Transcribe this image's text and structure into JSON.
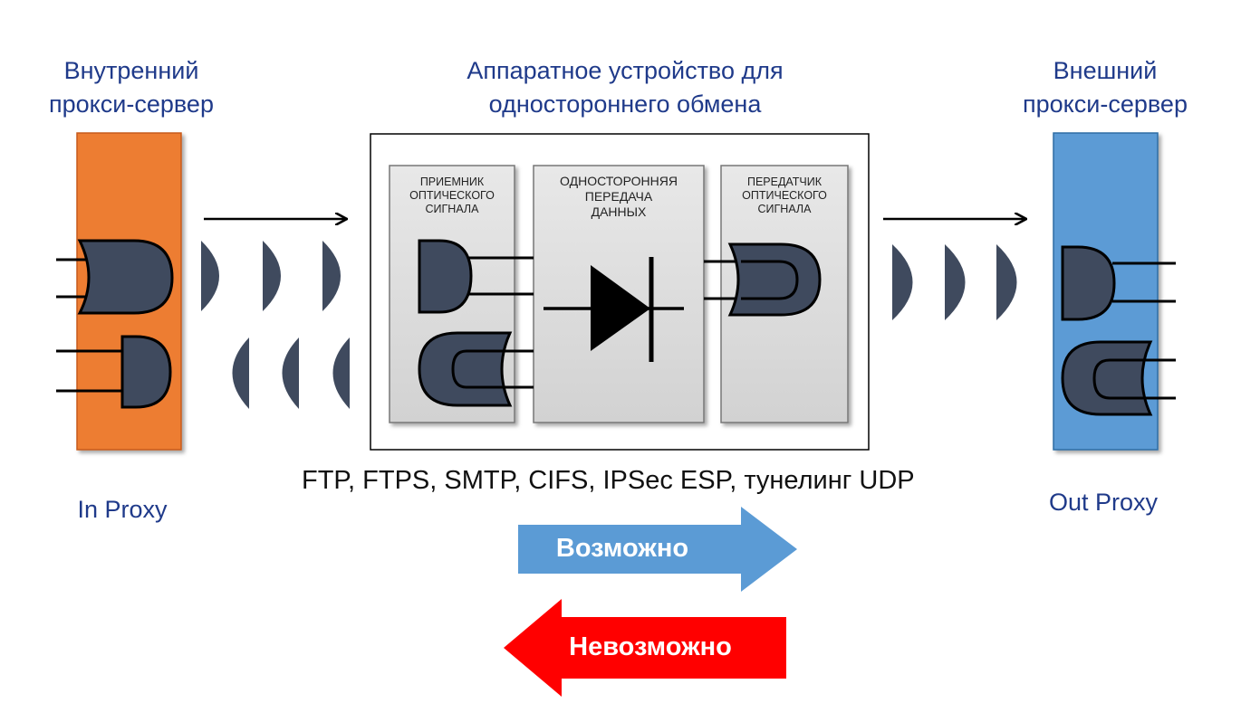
{
  "titles": {
    "left": [
      "Внутренний",
      "прокси-сервер"
    ],
    "center": [
      "Аппаратное устройство для",
      "одностороннего обмена"
    ],
    "right": [
      "Внешний",
      "прокси-сервер"
    ]
  },
  "device": {
    "receiver": [
      "ПРИЕМНИК",
      "ОПТИЧЕСКОГО",
      "СИГНАЛА"
    ],
    "oneway": [
      "ОДНОСТОРОННЯЯ",
      "ПЕРЕДАЧА",
      "ДАННЫХ"
    ],
    "transmitter": [
      "ПЕРЕДАТЧИК",
      "ОПТИЧЕСКОГО",
      "СИГНАЛА"
    ]
  },
  "protocols": "FTP, FTPS, SMTP, CIFS, IPSec ESP, тунелинг UDP",
  "labels": {
    "in_proxy": "In Proxy",
    "out_proxy": "Out Proxy"
  },
  "arrows": {
    "possible": "Возможно",
    "impossible": "Невозможно"
  },
  "colors": {
    "in_proxy": "#ed7d31",
    "out_proxy": "#5b9bd5",
    "gate": "#3f4a5e",
    "title_text": "#1f3a8a",
    "possible": "#5b9bd5",
    "impossible": "#ff0000"
  }
}
